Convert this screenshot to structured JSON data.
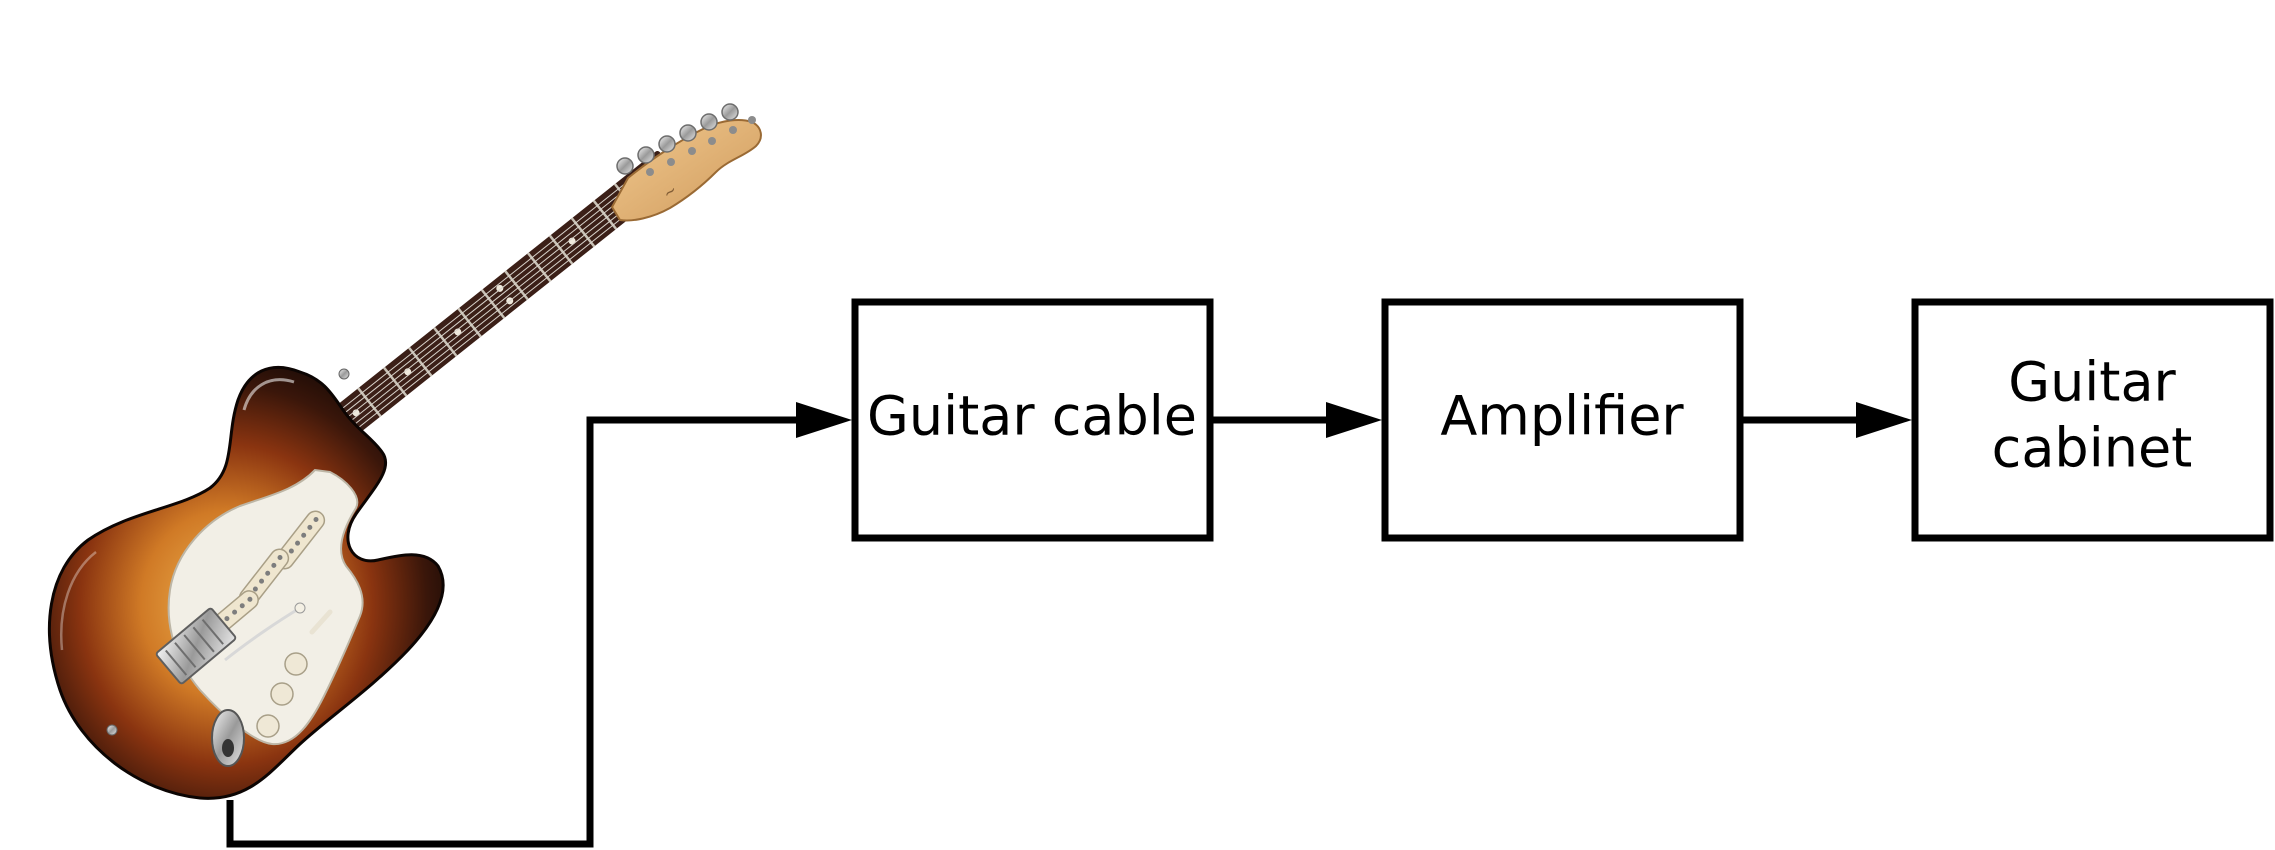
{
  "diagram": {
    "blocks": [
      {
        "id": "guitar-cable",
        "lines": [
          "Guitar cable"
        ]
      },
      {
        "id": "amplifier",
        "lines": [
          "Amplifier"
        ]
      },
      {
        "id": "guitar-cabinet",
        "lines": [
          "Guitar",
          "cabinet"
        ]
      }
    ]
  },
  "colors": {
    "stroke": "#000000",
    "sunburst_dark": "#1a0c06",
    "sunburst_mid": "#7a2e0e",
    "sunburst_center": "#e8a040",
    "pickguard": "#f2efe6",
    "rosewood": "#3b1f17",
    "maple_headstock": "#e2b37a"
  },
  "icons": {
    "source": "electric-guitar-icon"
  }
}
